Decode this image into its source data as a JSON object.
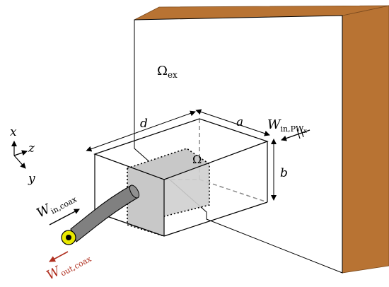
{
  "labels": {
    "omega_ex": {
      "main": "Ω",
      "sub": "ex"
    },
    "omega": "Ω",
    "dim_d": "d",
    "dim_a": "a",
    "dim_b": "b",
    "w_in_pw": {
      "main": "W",
      "sub": "in,PW",
      "subsub": "x"
    },
    "w_in_coax": {
      "main": "W",
      "sub": "in,coax"
    },
    "w_out_coax": {
      "main": "W",
      "sub": "out,coax"
    },
    "axis_x": "x",
    "axis_y": "y",
    "axis_z": "z"
  },
  "colors": {
    "wall_face": "#ffffff",
    "wall_side": "#b87333",
    "cavity_plane": "#c8c8c8",
    "cable": "#808080",
    "connector_ring": "#e8e800",
    "out_arrow": "#b03020",
    "out_label": "#b03020"
  }
}
